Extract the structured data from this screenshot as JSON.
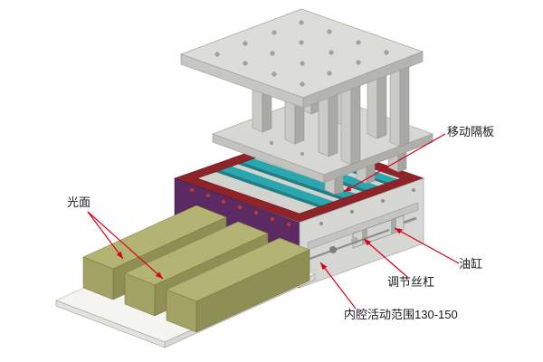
{
  "annotations": {
    "smooth_surface": {
      "label": "光面"
    },
    "movable_partition": {
      "label": "移动隔板"
    },
    "oil_cylinder": {
      "label": "油缸"
    },
    "adjusting_screw": {
      "label": "调节丝杠"
    },
    "cavity_range": {
      "label": "内腔活动范围130-150"
    }
  },
  "colors": {
    "leader": "#d9001b",
    "label_text": "#1a1a1a",
    "partition_teal": "#2aa7ae",
    "partition_teal_dark": "#1f7e85",
    "frame_purple": "#5b2a62",
    "rim_red": "#8e2328",
    "block_olive": "#b3b373",
    "metal_light": "#d7d7d3",
    "background": "#ffffff"
  }
}
